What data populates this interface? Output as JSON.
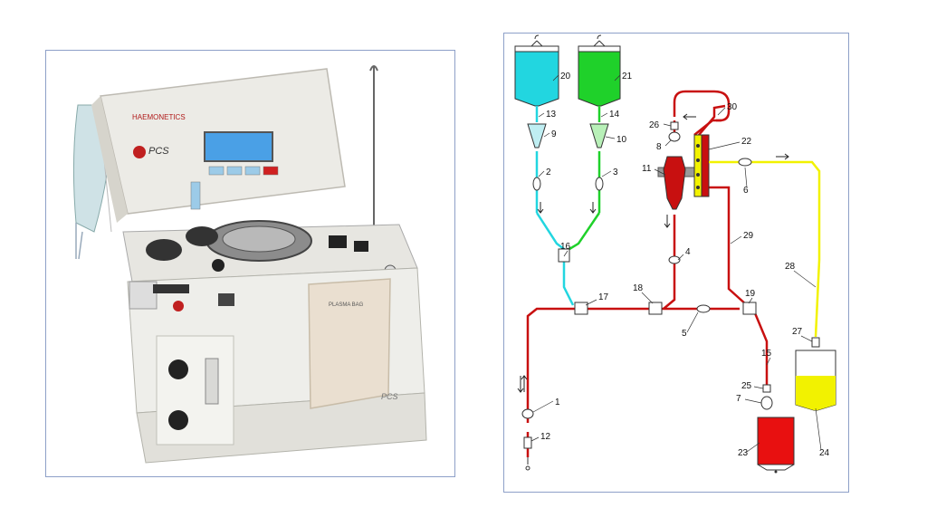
{
  "photo": {
    "brand_text": "HAEMONETICS",
    "logo_text": "PCS",
    "side_text": "PCS",
    "bag_text": "PLASMA BAG"
  },
  "diagram": {
    "labels": {
      "l1": "1",
      "l2": "2",
      "l3": "3",
      "l4": "4",
      "l5": "5",
      "l6": "6",
      "l7": "7",
      "l8": "8",
      "l9": "9",
      "l10": "10",
      "l11": "11",
      "l12": "12",
      "l13": "13",
      "l14": "14",
      "l15": "15",
      "l16": "16",
      "l17": "17",
      "l18": "18",
      "l19": "19",
      "l20": "20",
      "l21": "21",
      "l22": "22",
      "l23": "23",
      "l24": "24",
      "l25": "25",
      "l26": "26",
      "l27": "27",
      "l28": "28",
      "l29": "29",
      "l30": "30"
    },
    "colors": {
      "cyan": "#22d6e0",
      "green": "#1fd12a",
      "red": "#c81010",
      "yellow": "#f2f200",
      "dark_red": "#8a0f0f"
    }
  }
}
